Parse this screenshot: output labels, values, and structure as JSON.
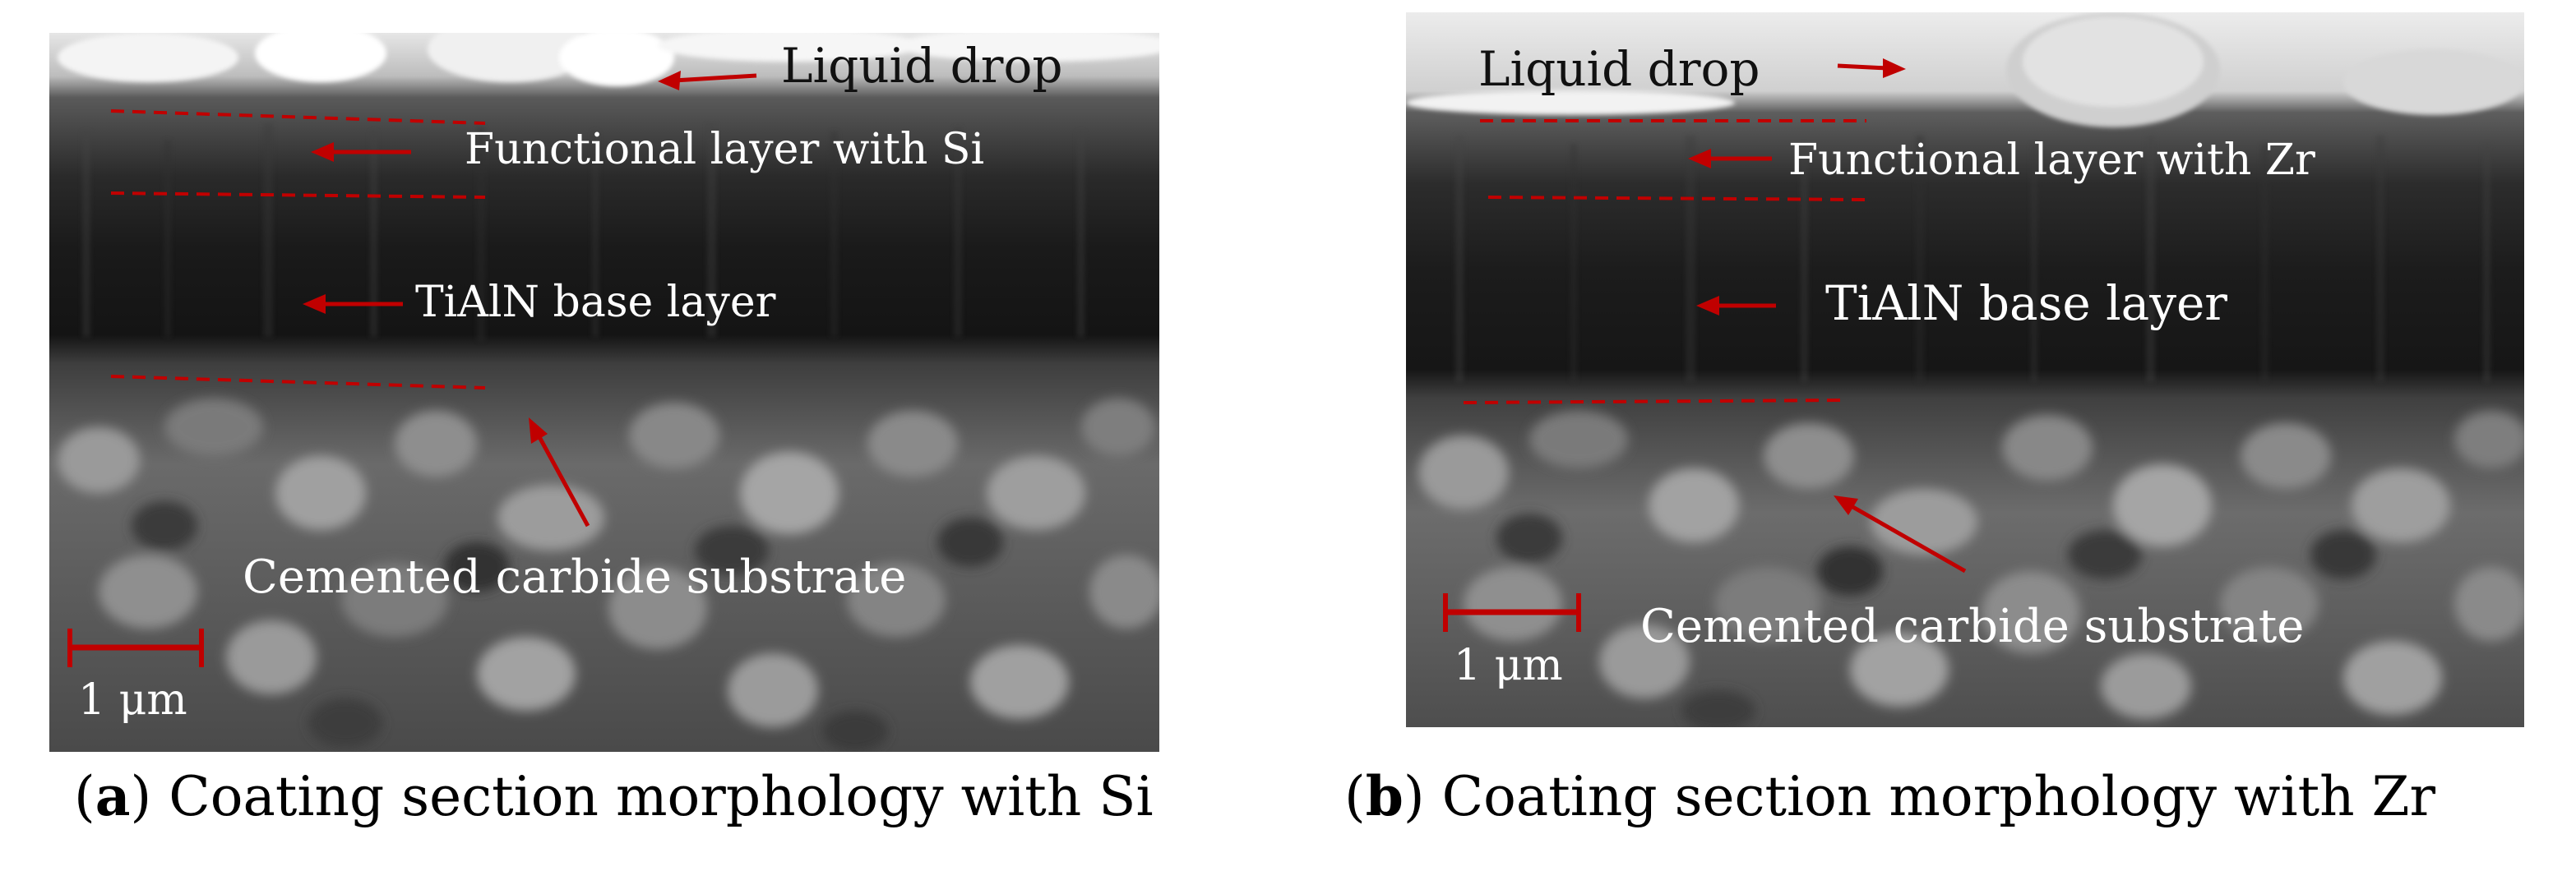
{
  "panels": [
    {
      "labels": {
        "liquid_drop": "Liquid drop",
        "functional_layer": "Functional layer with Si",
        "base_layer": "TiAlN base layer",
        "substrate": "Cemented carbide substrate",
        "scale": "1 μm"
      },
      "caption": {
        "letter": "a",
        "text": "Coating section morphology with Si"
      }
    },
    {
      "labels": {
        "liquid_drop": "Liquid drop",
        "functional_layer": "Functional layer with Zr",
        "base_layer": "TiAlN base layer",
        "substrate": "Cemented carbide substrate",
        "scale": "1 μm"
      },
      "caption": {
        "letter": "b",
        "text": "Coating section morphology with Zr"
      }
    }
  ],
  "colors": {
    "annotation": "#c00000",
    "background": "#ffffff"
  }
}
